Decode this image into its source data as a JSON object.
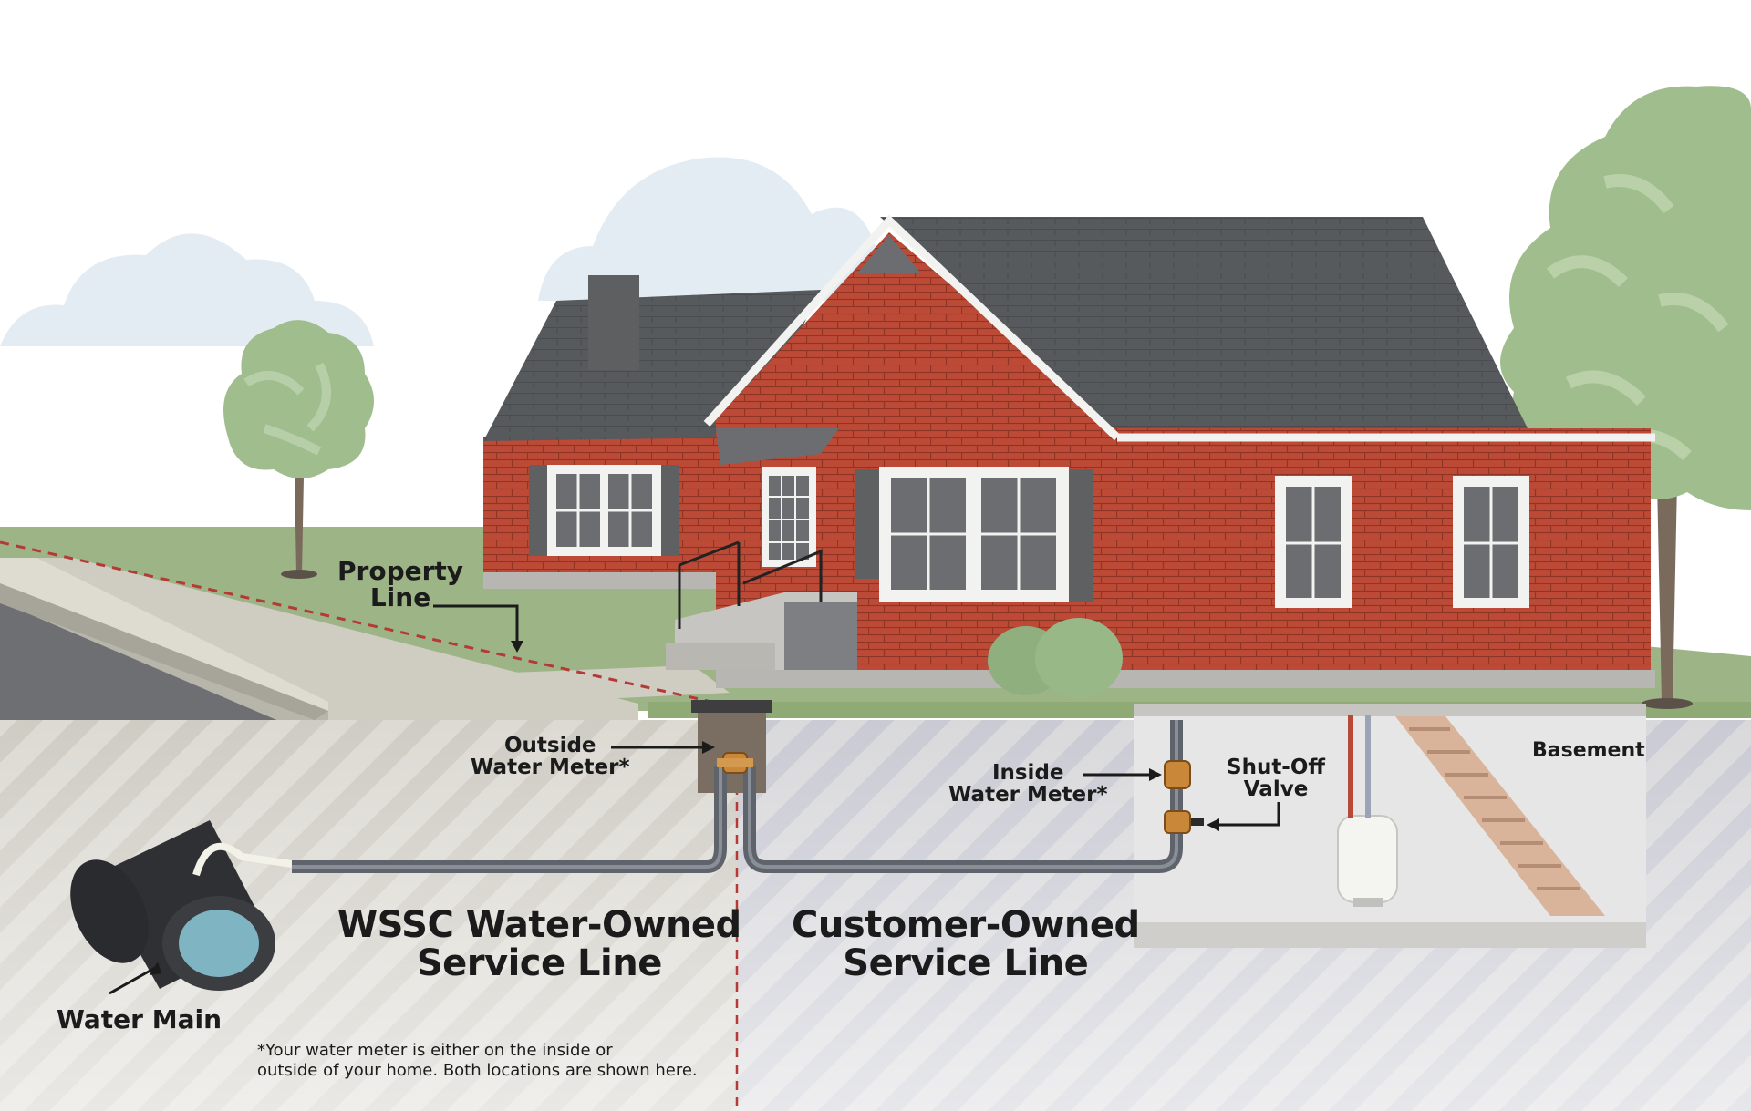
{
  "labels": {
    "property_line_1": "Property",
    "property_line_2": "Line",
    "outside_meter_1": "Outside",
    "outside_meter_2": "Water Meter*",
    "inside_meter_1": "Inside",
    "inside_meter_2": "Water Meter*",
    "shutoff_1": "Shut-Off",
    "shutoff_2": "Valve",
    "basement": "Basement",
    "water_main": "Water Main",
    "wssc_line_1": "WSSC Water-Owned",
    "wssc_line_2": "Service Line",
    "customer_line_1": "Customer-Owned",
    "customer_line_2": "Service Line",
    "footnote_1": "*Your water meter is either on the inside or",
    "footnote_2": "outside of your home. Both locations are shown here."
  },
  "colors": {
    "sky_cloud": "#e4ecf3",
    "grass": "#9db487",
    "brick": "#bd4a36",
    "roof": "#585a5d",
    "trim": "#f2f2f0",
    "shutter": "#5e6062",
    "pipe": "#5f646c",
    "soil": "#d8d6cf",
    "meter_brass": "#c9873a",
    "property_line": "#b53a36",
    "tree": "#9fbd8d"
  }
}
